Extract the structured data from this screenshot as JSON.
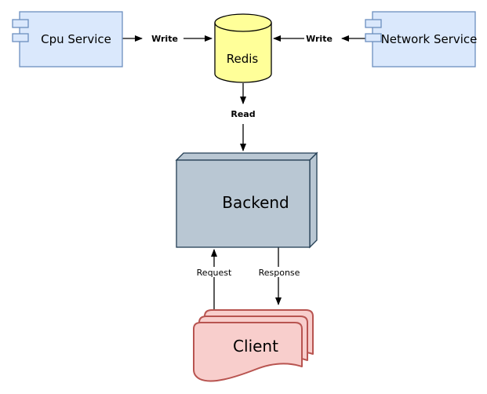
{
  "diagram": {
    "title": "service-redis-backend-client architecture",
    "nodes": {
      "cpu_service": {
        "label": "Cpu Service",
        "shape": "uml-component"
      },
      "network_service": {
        "label": "Network Service",
        "shape": "uml-component"
      },
      "redis": {
        "label": "Redis",
        "shape": "cylinder"
      },
      "backend": {
        "label": "Backend",
        "shape": "cube"
      },
      "client": {
        "label": "Client",
        "shape": "multi-document"
      }
    },
    "edges": {
      "write_left": {
        "label": "Write",
        "from": "Cpu Service",
        "to": "Redis"
      },
      "write_right": {
        "label": "Write",
        "from": "Network Service",
        "to": "Redis"
      },
      "read": {
        "label": "Read",
        "from": "Redis",
        "to": "Backend"
      },
      "request": {
        "label": "Request",
        "from": "Client",
        "to": "Backend"
      },
      "response": {
        "label": "Response",
        "from": "Backend",
        "to": "Client"
      }
    }
  },
  "colors": {
    "background": "#ffffff",
    "component_fill": "#dae8fc",
    "component_stroke": "#6c8ebf",
    "cylinder_fill": "#ffff99",
    "cylinder_stroke": "#000000",
    "cube_fill": "#b9c7d3",
    "cube_stroke": "#233e54",
    "document_fill": "#f8cecc",
    "document_stroke": "#b85450",
    "edge_color": "#000000",
    "text_color": "#000000"
  }
}
